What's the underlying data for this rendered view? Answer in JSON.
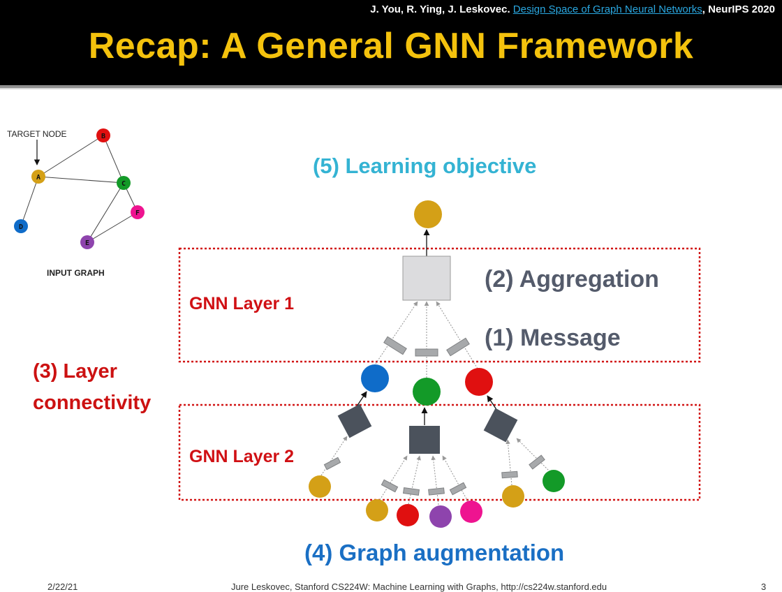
{
  "header": {
    "citation_authors": "J. You, R. Ying, J. Leskovec.",
    "citation_link": "Design Space of Graph Neural Networks",
    "citation_venue": ", NeurIPS 2020",
    "title": "Recap: A General GNN Framework"
  },
  "input_graph": {
    "target_label": "TARGET NODE",
    "caption": "INPUT GRAPH",
    "nodes": [
      "A",
      "B",
      "C",
      "D",
      "E",
      "F"
    ]
  },
  "labels": {
    "objective": "(5) Learning objective",
    "aggregation": "(2) Aggregation",
    "message": "(1) Message",
    "layer1": "GNN Layer 1",
    "layer2": "GNN Layer 2",
    "connectivity_line1": "(3) Layer",
    "connectivity_line2": "connectivity",
    "augmentation": "(4) Graph augmentation"
  },
  "footer": {
    "date": "2/22/21",
    "credit": "Jure Leskovec, Stanford CS224W: Machine Learning with Graphs, http://cs224w.stanford.edu",
    "page": "3"
  },
  "colors": {
    "node_a": "#d4a017",
    "node_b": "#e01010",
    "node_c": "#139a28",
    "node_d": "#0f6cc9",
    "node_e": "#8e44ad",
    "node_f": "#ee1490",
    "aggregator_top": "#dcdcde",
    "aggregator_bottom": "#4b525c",
    "message_box": "#a7a9ab",
    "layer_border": "#d11414"
  }
}
